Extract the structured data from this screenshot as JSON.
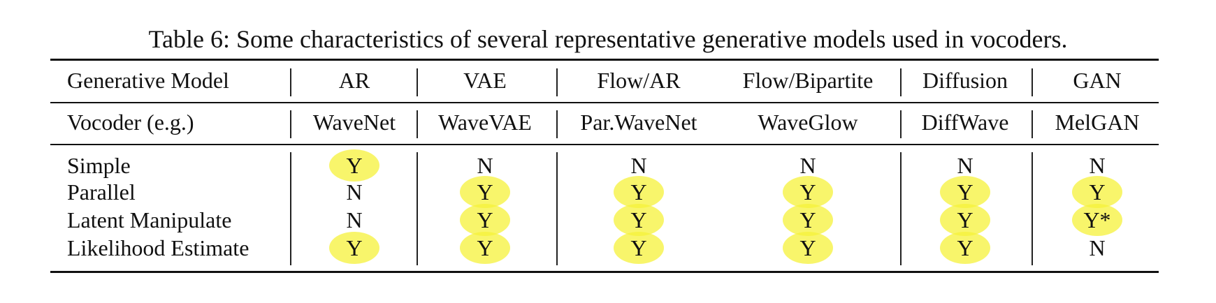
{
  "caption": "Table 6: Some characteristics of several representative generative models used in vocoders.",
  "header": {
    "label": "Generative Model",
    "columns": [
      "AR",
      "VAE",
      "Flow/AR",
      "Flow/Bipartite",
      "Diffusion",
      "GAN"
    ]
  },
  "vocoder_row": {
    "label": "Vocoder (e.g.)",
    "values": [
      "WaveNet",
      "WaveVAE",
      "Par.WaveNet",
      "WaveGlow",
      "DiffWave",
      "MelGAN"
    ]
  },
  "rows": [
    {
      "label": "Simple",
      "values": [
        "Y",
        "N",
        "N",
        "N",
        "N",
        "N"
      ],
      "highlighted": [
        true,
        false,
        false,
        false,
        false,
        false
      ]
    },
    {
      "label": "Parallel",
      "values": [
        "N",
        "Y",
        "Y",
        "Y",
        "Y",
        "Y"
      ],
      "highlighted": [
        false,
        true,
        true,
        true,
        true,
        true
      ]
    },
    {
      "label": "Latent Manipulate",
      "values": [
        "N",
        "Y",
        "Y",
        "Y",
        "Y",
        "Y*"
      ],
      "highlighted": [
        false,
        true,
        true,
        true,
        true,
        true
      ]
    },
    {
      "label": "Likelihood Estimate",
      "values": [
        "Y",
        "Y",
        "Y",
        "Y",
        "Y",
        "N"
      ],
      "highlighted": [
        true,
        true,
        true,
        true,
        true,
        false
      ]
    }
  ],
  "highlight_color": "#f6f23a"
}
